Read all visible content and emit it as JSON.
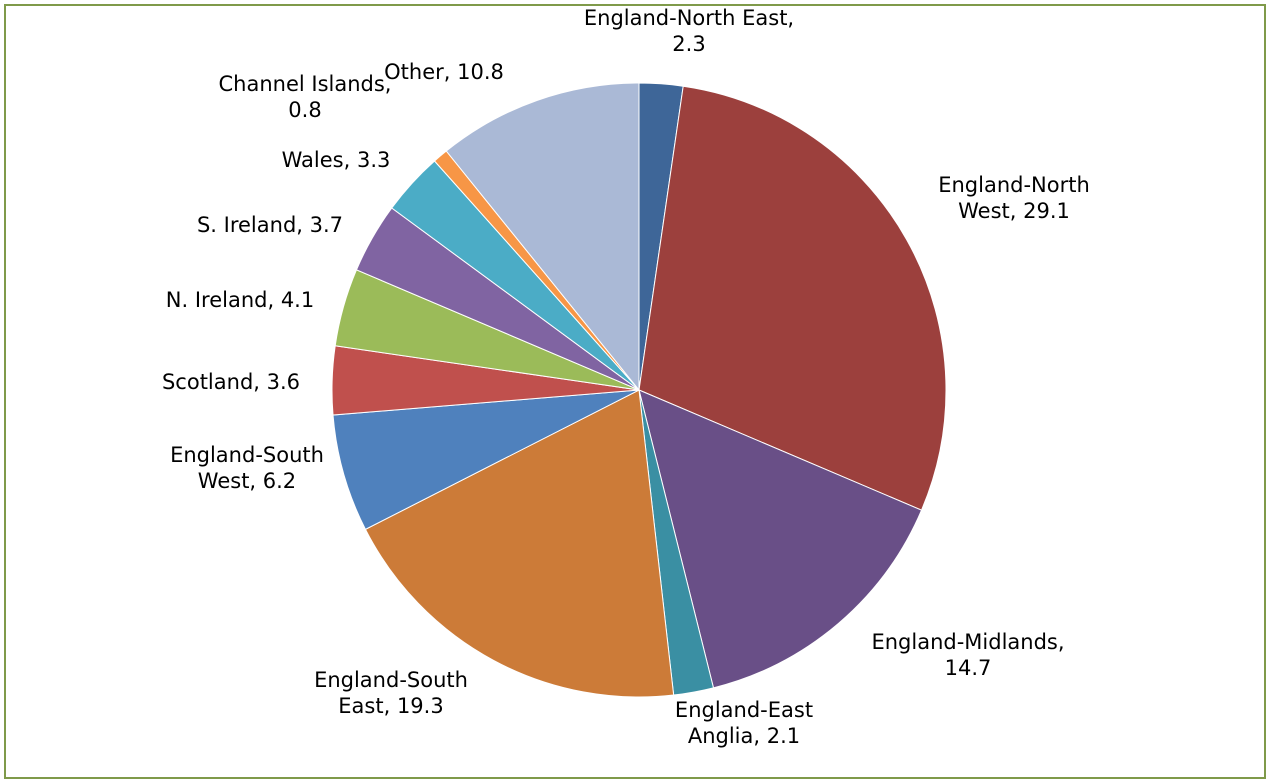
{
  "chart_data": {
    "type": "pie",
    "title": "",
    "start_angle_deg": 0,
    "direction": "clockwise",
    "slices": [
      {
        "name": "England-North East",
        "value": 2.3,
        "label_lines": [
          "England-North East,",
          "2.3"
        ],
        "color": "#3e6698"
      },
      {
        "name": "England-North West",
        "value": 29.1,
        "label_lines": [
          "England-North",
          "West, 29.1"
        ],
        "color": "#9c403d"
      },
      {
        "name": "England-Midlands",
        "value": 14.7,
        "label_lines": [
          "England-Midlands,",
          "14.7"
        ],
        "color": "#694f87"
      },
      {
        "name": "England-East Anglia",
        "value": 2.1,
        "label_lines": [
          "England-East",
          "Anglia, 2.1"
        ],
        "color": "#3a8fa3"
      },
      {
        "name": "England-South East",
        "value": 19.3,
        "label_lines": [
          "England-South",
          "East, 19.3"
        ],
        "color": "#cc7b38"
      },
      {
        "name": "England-South West",
        "value": 6.2,
        "label_lines": [
          "England-South",
          "West, 6.2"
        ],
        "color": "#4f81bd"
      },
      {
        "name": "Scotland",
        "value": 3.6,
        "label_lines": [
          "Scotland, 3.6"
        ],
        "color": "#c0504d"
      },
      {
        "name": "N. Ireland",
        "value": 4.1,
        "label_lines": [
          "N. Ireland, 4.1"
        ],
        "color": "#9bbb59"
      },
      {
        "name": "S. Ireland",
        "value": 3.7,
        "label_lines": [
          "S. Ireland, 3.7"
        ],
        "color": "#8064a2"
      },
      {
        "name": "Wales",
        "value": 3.3,
        "label_lines": [
          "Wales, 3.3"
        ],
        "color": "#4bacc6"
      },
      {
        "name": "Channel Islands",
        "value": 0.8,
        "label_lines": [
          "Channel Islands,",
          "0.8"
        ],
        "color": "#f79646"
      },
      {
        "name": "Other",
        "value": 10.8,
        "label_lines": [
          "Other, 10.8"
        ],
        "color": "#aab9d6"
      }
    ],
    "legend": "none",
    "frame_color": "#7f9a4a"
  }
}
